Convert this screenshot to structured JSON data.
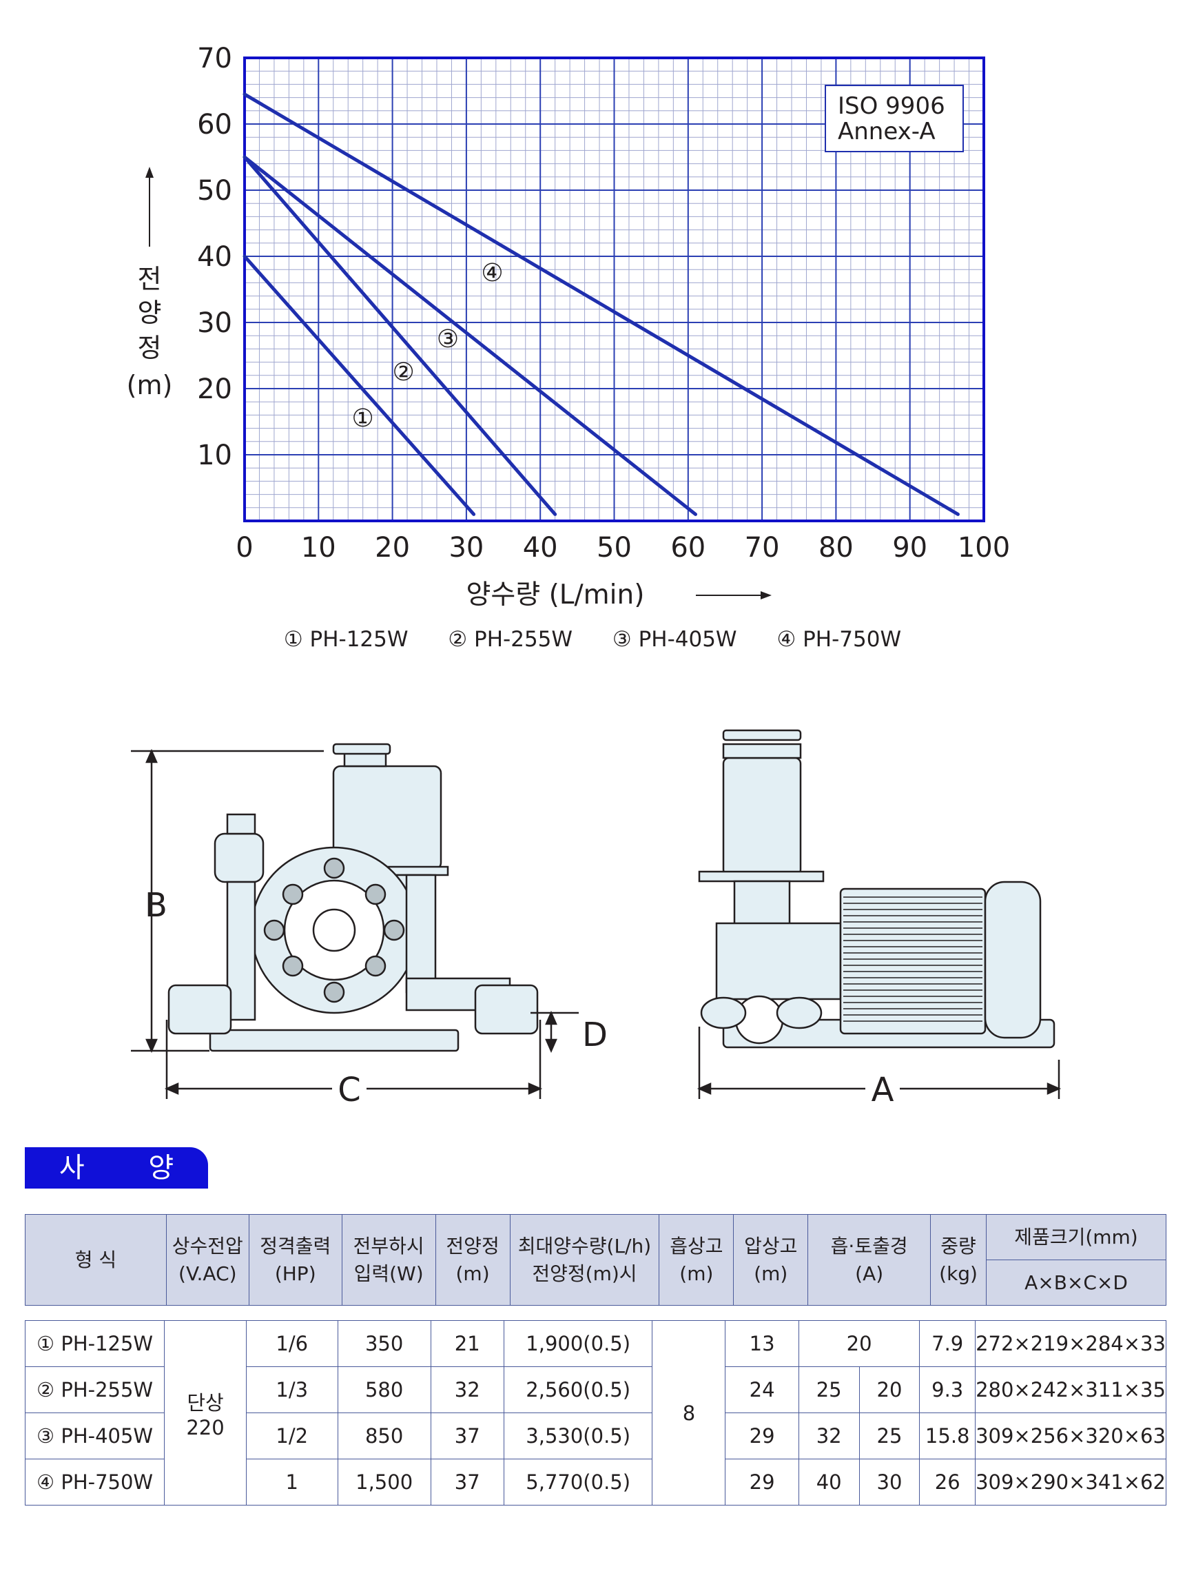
{
  "chart_data": {
    "type": "line",
    "xlabel": "양수량 (L/min)",
    "ylabel_chars": [
      "전",
      "양",
      "정",
      "(m)"
    ],
    "xlim": [
      0,
      100
    ],
    "ylim": [
      0,
      70
    ],
    "x_ticks": [
      "0",
      "10",
      "20",
      "30",
      "40",
      "50",
      "60",
      "70",
      "80",
      "90",
      "100"
    ],
    "y_ticks": [
      "70",
      "60",
      "50",
      "40",
      "30",
      "20",
      "10"
    ],
    "grid": true,
    "annotation": [
      "ISO  9906",
      "Annex-A"
    ],
    "series": [
      {
        "name": "① PH-125W",
        "marker": "①",
        "x": [
          0,
          31
        ],
        "y": [
          40,
          1
        ],
        "label_at": [
          16,
          15.5
        ]
      },
      {
        "name": "② PH-255W",
        "marker": "②",
        "x": [
          0,
          42
        ],
        "y": [
          55,
          1
        ],
        "label_at": [
          21.5,
          22.5
        ]
      },
      {
        "name": "③ PH-405W",
        "marker": "③",
        "x": [
          0,
          61
        ],
        "y": [
          55,
          1
        ],
        "label_at": [
          27.5,
          27.5
        ]
      },
      {
        "name": "④ PH-750W",
        "marker": "④",
        "x": [
          0,
          96.5
        ],
        "y": [
          64.5,
          1
        ],
        "label_at": [
          33.5,
          37.5
        ]
      }
    ],
    "colors": {
      "line": "#1f2fae",
      "grid_major": "#2b3fb3",
      "grid_minor": "#9fa6cf",
      "frame": "#1010c8"
    }
  },
  "legend": [
    "① PH-125W",
    "② PH-255W",
    "③ PH-405W",
    "④ PH-750W"
  ],
  "drawings": {
    "dim_b": "B",
    "dim_c": "C",
    "dim_d": "D",
    "dim_a": "A"
  },
  "spec": {
    "title": "사 양",
    "headers": {
      "model": "형   식",
      "voltage": [
        "상수전압",
        "(V.AC)"
      ],
      "output": [
        "정격출력",
        "(HP)"
      ],
      "input": [
        "전부하시",
        "입력(W)"
      ],
      "head": [
        "전양정",
        "(m)"
      ],
      "maxflow": [
        "최대양수량(L/h)",
        "전양정(m)시"
      ],
      "suction": [
        "흡상고",
        "(m)"
      ],
      "pressure": [
        "압상고",
        "(m)"
      ],
      "port": [
        "흡·토출경",
        "(A)"
      ],
      "weight": [
        "중량",
        "(kg)"
      ],
      "size": "제품크기(mm)",
      "size_sub": "A×B×C×D"
    },
    "voltage_value": [
      "단상",
      "220"
    ],
    "suction_value": "8",
    "rows": [
      {
        "model": "① PH-125W",
        "hp": "1/6",
        "w": "350",
        "head": "21",
        "flow": "1,900(0.5)",
        "press": "13",
        "port": "20",
        "weight": "7.9",
        "size": "272×219×284×33"
      },
      {
        "model": "② PH-255W",
        "hp": "1/3",
        "w": "580",
        "head": "32",
        "flow": "2,560(0.5)",
        "press": "24",
        "port_in": "25",
        "port_out": "20",
        "weight": "9.3",
        "size": "280×242×311×35"
      },
      {
        "model": "③ PH-405W",
        "hp": "1/2",
        "w": "850",
        "head": "37",
        "flow": "3,530(0.5)",
        "press": "29",
        "port_in": "32",
        "port_out": "25",
        "weight": "15.8",
        "size": "309×256×320×63"
      },
      {
        "model": "④ PH-750W",
        "hp": "1",
        "w": "1,500",
        "head": "37",
        "flow": "5,770(0.5)",
        "press": "29",
        "port_in": "40",
        "port_out": "30",
        "weight": "26",
        "size": "309×290×341×62"
      }
    ]
  }
}
